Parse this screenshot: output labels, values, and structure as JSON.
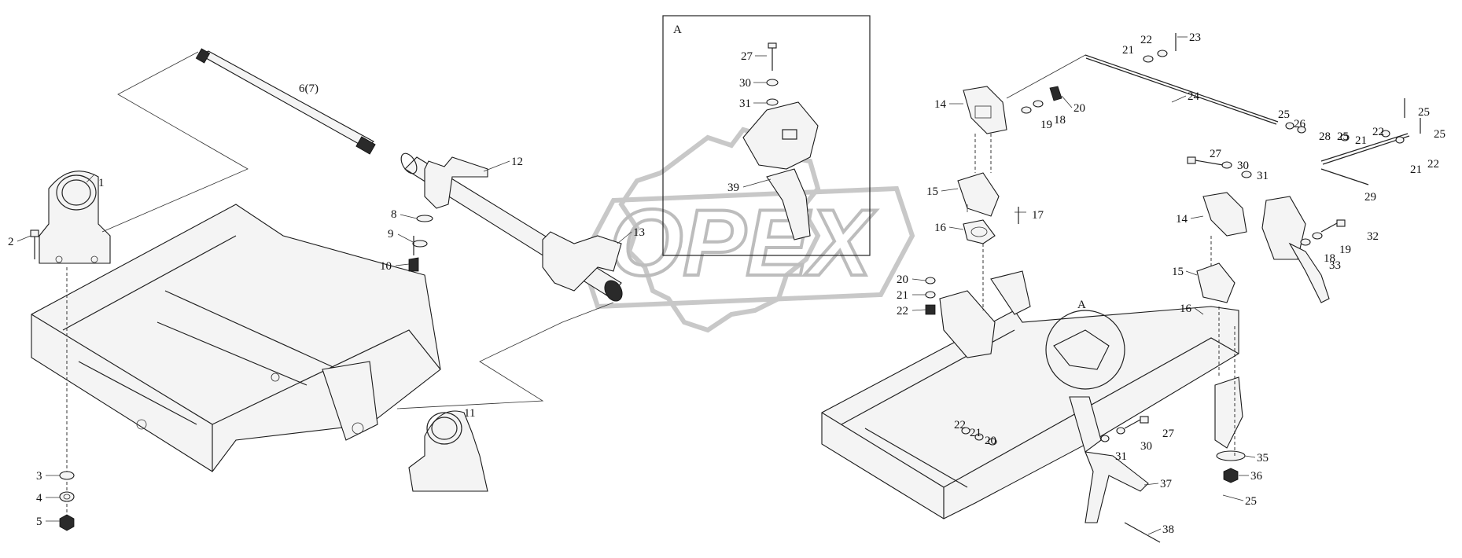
{
  "diagram": {
    "detail_box_label": "A",
    "detail_callout_label": "A",
    "watermark": "OPEX",
    "callouts": {
      "c1": "1",
      "c2": "2",
      "c3": "3",
      "c4": "4",
      "c5": "5",
      "c67": "6(7)",
      "c8": "8",
      "c9": "9",
      "c10": "10",
      "c11": "11",
      "c12": "12",
      "c13": "13",
      "a27": "27",
      "a30": "30",
      "a31": "31",
      "a39": "39",
      "l14": "14",
      "l15": "15",
      "l16": "16",
      "l17": "17",
      "l18": "18",
      "l19": "19",
      "l20": "20",
      "l20b": "20",
      "l21b": "21",
      "l22b": "22",
      "t21": "21",
      "t22": "22",
      "t23": "23",
      "t24": "24",
      "r25a": "25",
      "r26": "26",
      "r28": "28",
      "r25b": "25",
      "r21": "21",
      "r22": "22",
      "r25c": "25",
      "r25d": "25",
      "r21b": "21",
      "r22b": "22",
      "r27": "27",
      "r30": "30",
      "r31": "31",
      "r29": "29",
      "r14": "14",
      "r32": "32",
      "r19": "19",
      "r18": "18",
      "r33": "33",
      "r15": "15",
      "r16": "16",
      "b22": "22",
      "b21": "21",
      "b20": "20",
      "b27": "27",
      "b30": "30",
      "b31": "31",
      "b35": "35",
      "b36": "36",
      "b25": "25",
      "b37": "37",
      "b38": "38"
    }
  }
}
